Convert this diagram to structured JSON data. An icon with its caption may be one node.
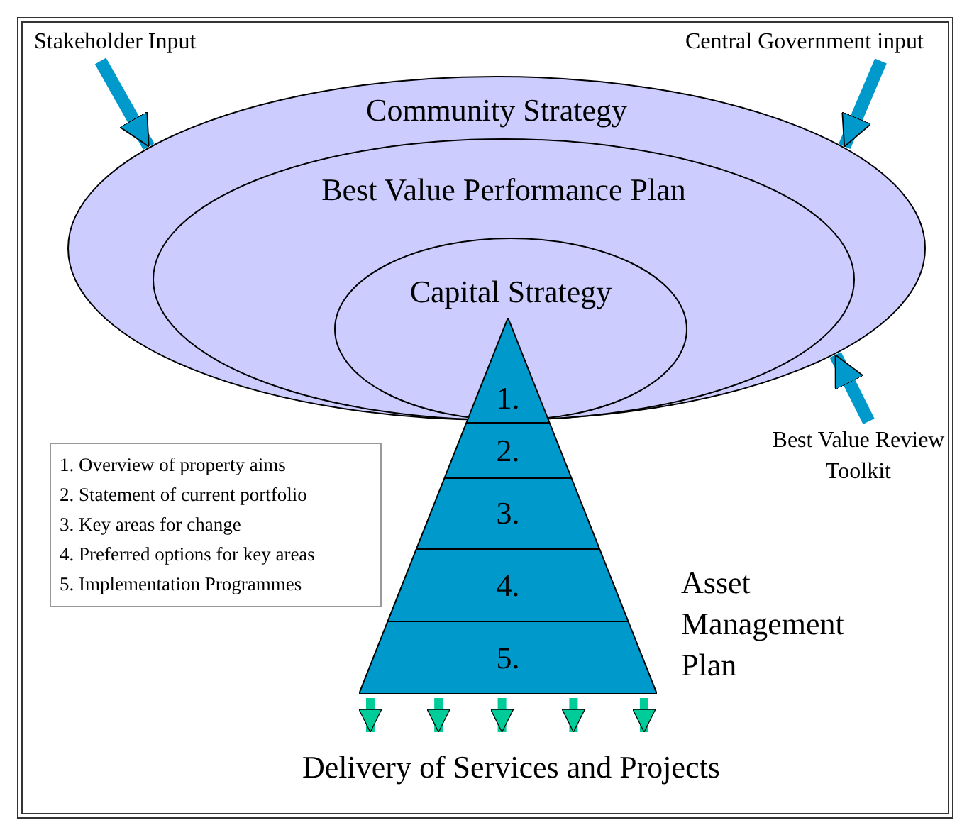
{
  "diagram": {
    "nodes": [
      {
        "text": [
          "Stakeholder Input"
        ]
      },
      {
        "text": [
          "Central Government input"
        ]
      },
      {
        "text": [
          "Community Strategy"
        ]
      },
      {
        "text": [
          "Best Value Performance Plan"
        ],
        "in": 2
      },
      {
        "text": [
          "Capital Strategy"
        ],
        "in": 3
      },
      {
        "text": [],
        "shape": "triangle",
        "beside": [
          "Asset Management Plan"
        ]
      },
      {
        "text": [
          "1."
        ]
      },
      {
        "text": [
          "2."
        ],
        "in": 5
      },
      {
        "text": [
          "3."
        ],
        "in": 5
      },
      {
        "text": [
          "4."
        ],
        "in": 5
      },
      {
        "text": [
          "5."
        ],
        "in": 5
      },
      {
        "text": [
          "Best Value Review Toolkit"
        ]
      },
      {
        "text": [
          "1. Overview of property aims",
          "2. Statement of current portfolio",
          "3. Key areas for change",
          "4. Preferred options for key areas",
          "5. Implementation Programmes"
        ]
      },
      {
        "text": [
          "Delivery of Services and Projects"
        ]
      }
    ],
    "edges": [
      {
        "from": 0,
        "to": 2,
        "arrow": "to",
        "color": "#0099cc"
      },
      {
        "from": 1,
        "to": 2,
        "arrow": "to",
        "color": "#0099cc"
      },
      {
        "from": 11,
        "to": 2,
        "arrow": "to",
        "color": "#0099cc"
      },
      {
        "from": 5,
        "to": 13,
        "arrow": "to"
      },
      {
        "from": 5,
        "to": 13,
        "arrow": "to"
      },
      {
        "from": 5,
        "to": 13,
        "arrow": "to"
      },
      {
        "from": 5,
        "to": 13,
        "arrow": "to"
      },
      {
        "from": 5,
        "to": 13,
        "arrow": "to"
      }
    ]
  }
}
